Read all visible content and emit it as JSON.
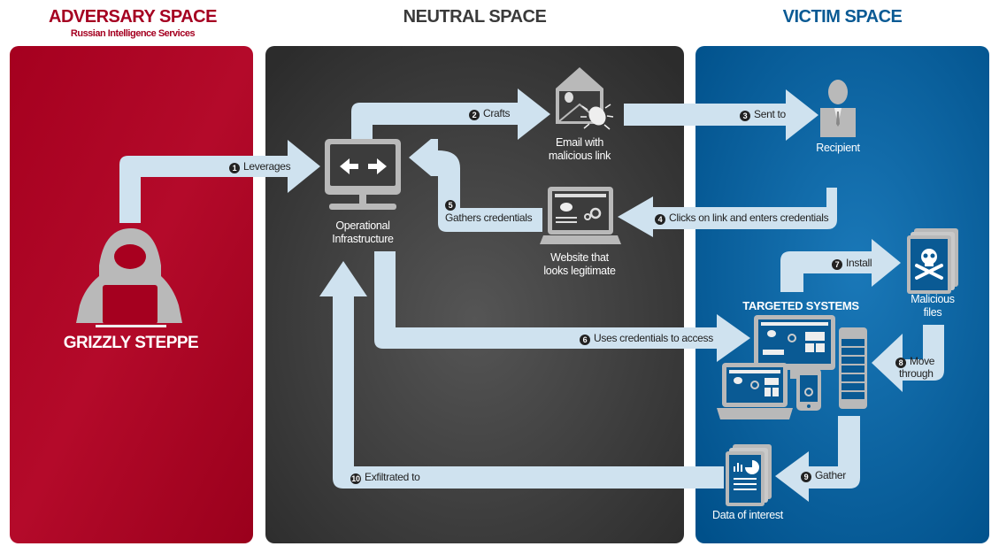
{
  "zones": {
    "adversary": {
      "title": "ADVERSARY SPACE",
      "subtitle": "Russian Intelligence Services",
      "color": "#a50021"
    },
    "neutral": {
      "title": "NEUTRAL SPACE",
      "color": "#3a3a3a"
    },
    "victim": {
      "title": "VICTIM SPACE",
      "color": "#005a96"
    }
  },
  "actors": {
    "hacker": {
      "label": "GRIZZLY STEPPE",
      "icon": "hooded-hacker-icon"
    },
    "infrastructure": {
      "label_line1": "Operational",
      "label_line2": "Infrastructure",
      "icon": "monitor-arrows-icon"
    },
    "email": {
      "label_line1": "Email with",
      "label_line2": "malicious link",
      "icon": "envelope-bug-icon"
    },
    "website": {
      "label_line1": "Website that",
      "label_line2": "looks legitimate",
      "icon": "laptop-website-icon"
    },
    "recipient": {
      "label": "Recipient",
      "icon": "person-icon"
    },
    "malicious_files": {
      "label_line1": "Malicious",
      "label_line2": "files",
      "icon": "skull-crossbones-icon"
    },
    "targeted_systems": {
      "label": "TARGETED SYSTEMS",
      "icon": "devices-icon"
    },
    "data": {
      "label": "Data of interest",
      "icon": "document-chart-icon"
    }
  },
  "steps": [
    {
      "n": "1",
      "label": "Leverages"
    },
    {
      "n": "2",
      "label": "Crafts"
    },
    {
      "n": "3",
      "label": "Sent to"
    },
    {
      "n": "4",
      "label": "Clicks on link and enters credentials"
    },
    {
      "n": "5",
      "label": "Gathers credentials"
    },
    {
      "n": "6",
      "label": "Uses credentials to access"
    },
    {
      "n": "7",
      "label": "Install"
    },
    {
      "n": "8",
      "label_line1": "Move",
      "label_line2": "through"
    },
    {
      "n": "9",
      "label": "Gather"
    },
    {
      "n": "10",
      "label": "Exfiltrated to"
    }
  ],
  "colors": {
    "arrow": "#cfe2ef",
    "icon_gray": "#b7b7b7"
  }
}
